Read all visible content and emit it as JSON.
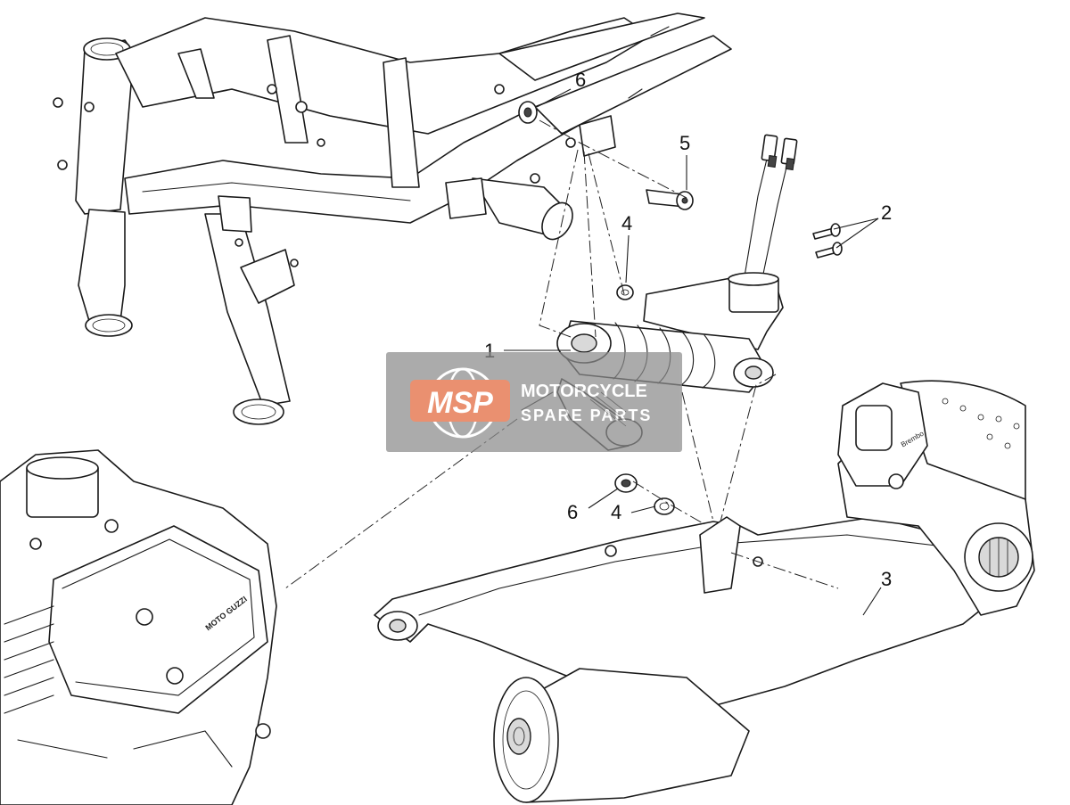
{
  "diagram": {
    "callouts": [
      {
        "id": "callout-1",
        "label": "1"
      },
      {
        "id": "callout-2",
        "label": "2"
      },
      {
        "id": "callout-3",
        "label": "3"
      },
      {
        "id": "callout-4-upper",
        "label": "4"
      },
      {
        "id": "callout-4-lower",
        "label": "4"
      },
      {
        "id": "callout-5",
        "label": "5"
      },
      {
        "id": "callout-6-upper",
        "label": "6"
      },
      {
        "id": "callout-6-lower",
        "label": "6"
      }
    ]
  },
  "watermark": {
    "logo_text": "MSP",
    "line1": "MOTORCYCLE",
    "line2": "SPARE PARTS",
    "logo_color": "#e2663a",
    "text_color": "#ffffff",
    "panel_color": "#8c8c8c"
  },
  "engine": {
    "cover_text": "MOTO GUZZI"
  },
  "brake_caliper": {
    "brand_text": "Brembo"
  }
}
